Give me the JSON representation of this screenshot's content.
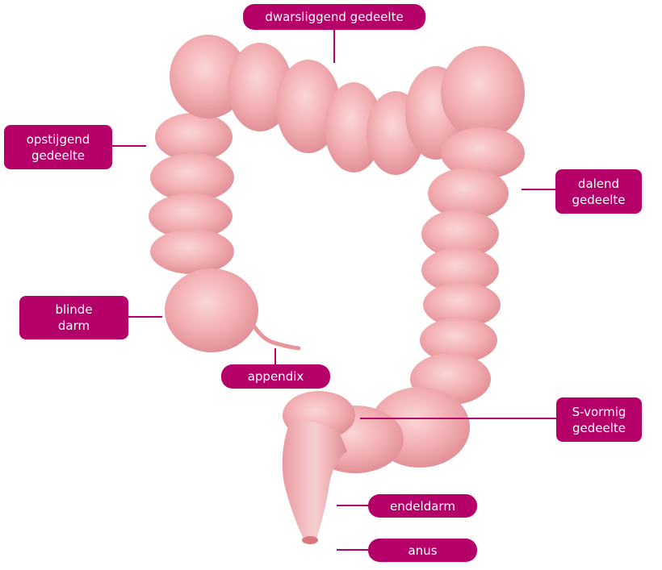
{
  "colors": {
    "label_bg": "#b5006a",
    "label_text": "#ffffff",
    "leader_line": "#b5006a",
    "tissue_light": "#f6c1c3",
    "tissue_mid": "#eea1a6",
    "tissue_dark": "#d9777f"
  },
  "labels": {
    "transverse": {
      "line1": "dwarsliggend gedeelte"
    },
    "ascending": {
      "line1": "opstijgend",
      "line2": "gedeelte"
    },
    "descending": {
      "line1": "dalend",
      "line2": "gedeelte"
    },
    "caecum": {
      "line1": "blinde",
      "line2": "darm"
    },
    "appendix": {
      "line1": "appendix"
    },
    "sigmoid": {
      "line1": "S-vormig",
      "line2": "gedeelte"
    },
    "rectum": {
      "line1": "endeldarm"
    },
    "anus": {
      "line1": "anus"
    }
  }
}
